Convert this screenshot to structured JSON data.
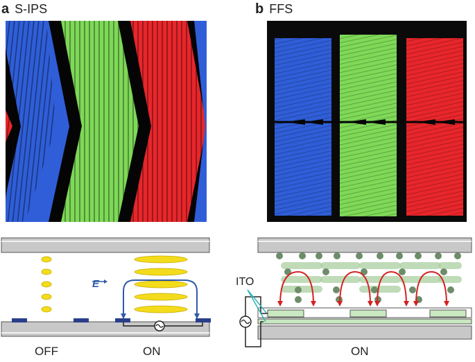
{
  "panel_a": {
    "letter": "a",
    "title": "S-IPS",
    "field_label": "E",
    "state_off": "OFF",
    "state_on": "ON"
  },
  "panel_b": {
    "letter": "b",
    "title": "FFS",
    "electrode_label": "ITO",
    "state_on": "ON"
  },
  "colors": {
    "red": "#e8262b",
    "green": "#7ed957",
    "blue": "#2f5ed8",
    "lc_yellow": "#f3dc1b",
    "field_line": "#2e5aa8",
    "ffs_arrow": "#d42020",
    "ito_pointer": "#2fb3b8",
    "substrate": "#c8c8c8"
  }
}
